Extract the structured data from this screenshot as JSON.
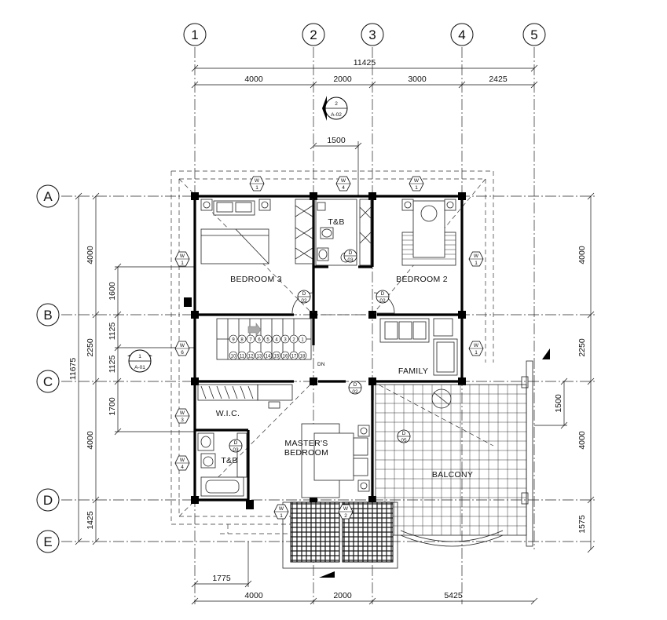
{
  "grid_columns": [
    "1",
    "2",
    "3",
    "4",
    "5"
  ],
  "grid_rows": [
    "A",
    "B",
    "C",
    "D",
    "E"
  ],
  "dims_top": {
    "overall": "11425",
    "segments": [
      "4000",
      "2000",
      "3000",
      "2425"
    ],
    "sub": "1500"
  },
  "dims_bottom": {
    "segments": [
      "4000",
      "2000",
      "5425"
    ],
    "sub": "1775"
  },
  "dims_left": {
    "overall": "11675",
    "segments": [
      "4000",
      "2250",
      "4000",
      "1425"
    ],
    "sub_top": "1600",
    "sub_mid_a": "1125",
    "sub_mid_b": "1125",
    "sub_low": "1700"
  },
  "dims_right": {
    "segments": [
      "4000",
      "2250",
      "4000",
      "1575"
    ],
    "sub": "1500"
  },
  "rooms": {
    "bedroom3": "BEDROOM  3",
    "bedroom2": "BEDROOM  2",
    "family": "FAMILY",
    "wic": "W.I.C.",
    "master_line1": "MASTER'S",
    "master_line2": "BEDROOM",
    "balcony": "BALCONY",
    "tb_upper": "T&B",
    "tb_lower": "T&B",
    "dn": "DN"
  },
  "section_markers": {
    "top": {
      "num": "2",
      "sheet": "A-02"
    },
    "left": {
      "num": "1",
      "sheet": "A-01"
    }
  },
  "window_tags": [
    {
      "top": "W",
      "bottom": "1"
    },
    {
      "top": "W",
      "bottom": "4"
    },
    {
      "top": "W",
      "bottom": "1"
    },
    {
      "top": "W",
      "bottom": "1"
    },
    {
      "top": "W",
      "bottom": "1"
    },
    {
      "top": "W",
      "bottom": "6"
    },
    {
      "top": "W",
      "bottom": "1"
    },
    {
      "top": "W",
      "bottom": "3"
    },
    {
      "top": "W",
      "bottom": "4"
    },
    {
      "top": "W",
      "bottom": "1"
    },
    {
      "top": "W",
      "bottom": "2"
    }
  ],
  "door_tags": [
    {
      "top": "D",
      "bottom": "02"
    },
    {
      "top": "D",
      "bottom": "02"
    },
    {
      "top": "D",
      "bottom": "02"
    },
    {
      "top": "D",
      "bottom": "03"
    },
    {
      "top": "D",
      "bottom": "03"
    },
    {
      "top": "D",
      "bottom": "05"
    }
  ],
  "stair_steps_upper": [
    "9",
    "8",
    "7",
    "6",
    "5",
    "4",
    "3",
    "2",
    "1"
  ],
  "stair_steps_lower": [
    "10",
    "11",
    "12",
    "13",
    "14",
    "15",
    "16",
    "17",
    "18"
  ]
}
